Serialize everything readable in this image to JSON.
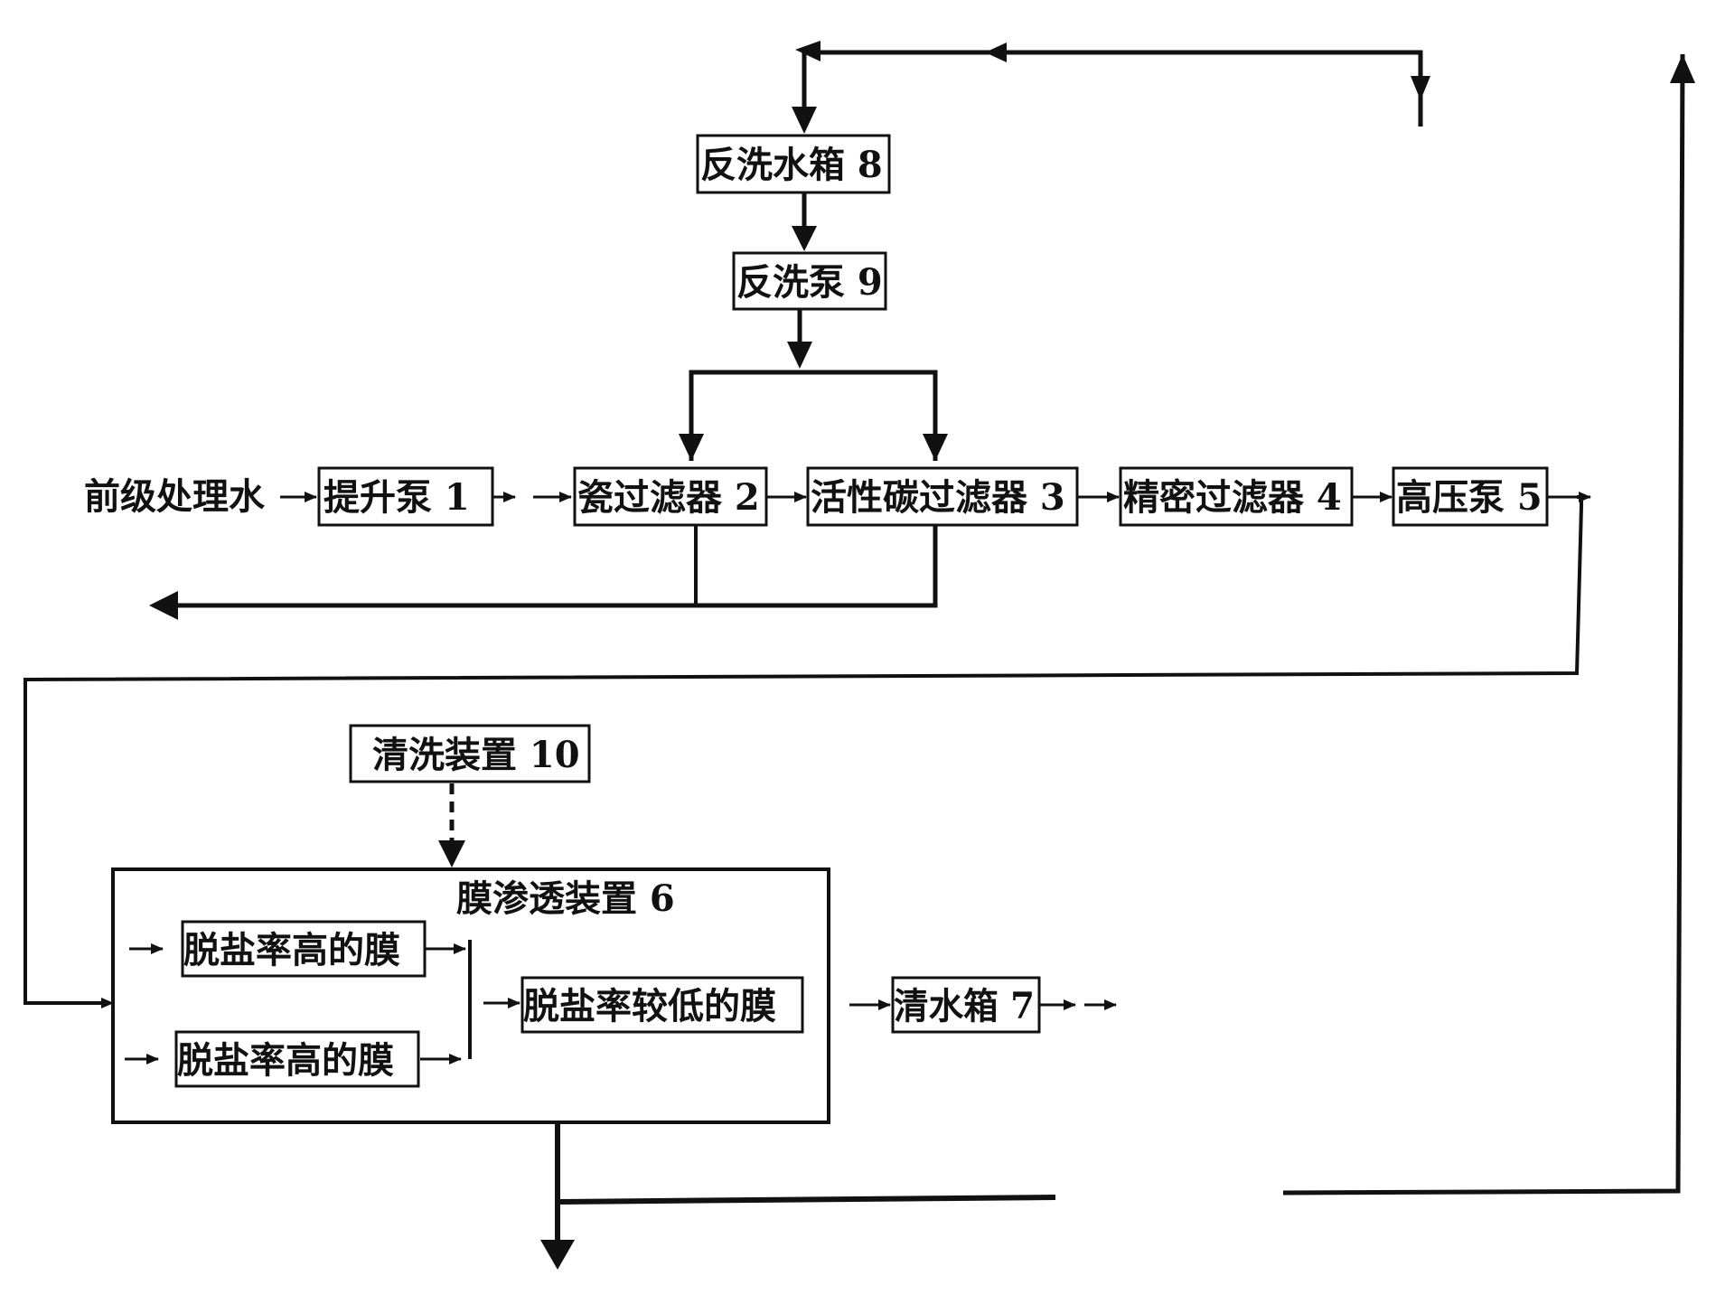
{
  "nodes": {
    "feed_water": "前级处理水",
    "lift_pump": "提升泵 1",
    "ceramic_filter": "瓷过滤器 2",
    "carbon_filter": "活性碳过滤器 3",
    "precision_filter": "精密过滤器 4",
    "high_pressure_pump": "高压泵 5",
    "membrane_device": "膜渗透装置 6",
    "clean_water_tank": "清水箱 7",
    "backwash_tank": "反洗水箱 8",
    "backwash_pump": "反洗泵 9",
    "cleaning_device": "清洗装置 10",
    "high_rejection_membrane_1": "脱盐率高的膜",
    "high_rejection_membrane_2": "脱盐率高的膜",
    "low_rejection_membrane": "脱盐率较低的膜"
  },
  "colors": {
    "line": "#111111",
    "background": "#ffffff"
  }
}
